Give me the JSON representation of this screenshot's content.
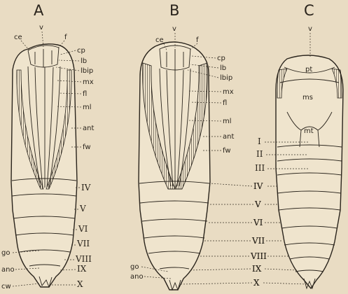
{
  "panels": [
    {
      "letter": "A",
      "labels": {
        "ce": "ce",
        "v": "v",
        "f": "f",
        "cp": "cp",
        "lb": "lb",
        "lbip": "lbip",
        "mx": "mx",
        "fl": "fl",
        "ml": "ml",
        "ant": "ant",
        "fw": "fw",
        "IV": "IV",
        "V": "V",
        "VI": "VI",
        "VII": "VII",
        "VIII": "VIII",
        "IX": "IX",
        "X": "X",
        "go": "go",
        "ano": "ano",
        "cw": "cw"
      }
    },
    {
      "letter": "B",
      "labels": {
        "ce": "ce",
        "v": "v",
        "f": "f",
        "cp": "cp",
        "lb": "lb",
        "lbip": "lbip",
        "mx": "mx",
        "fl": "fl",
        "ml": "ml",
        "ant": "ant",
        "fw": "fw",
        "IV": "IV",
        "V": "V",
        "VI": "VI",
        "VII": "VII",
        "VIII": "VIII",
        "IX": "IX",
        "X": "X",
        "go": "go",
        "ano": "ano"
      }
    },
    {
      "letter": "C",
      "labels": {
        "v": "v",
        "pt": "pt",
        "ms": "ms",
        "mt": "mt",
        "I": "I",
        "II": "II",
        "III": "III",
        "IV": "IV",
        "V": "V",
        "VI": "VI",
        "VII": "VII",
        "VIII": "VIII",
        "IX": "IX",
        "X": "X"
      }
    }
  ]
}
